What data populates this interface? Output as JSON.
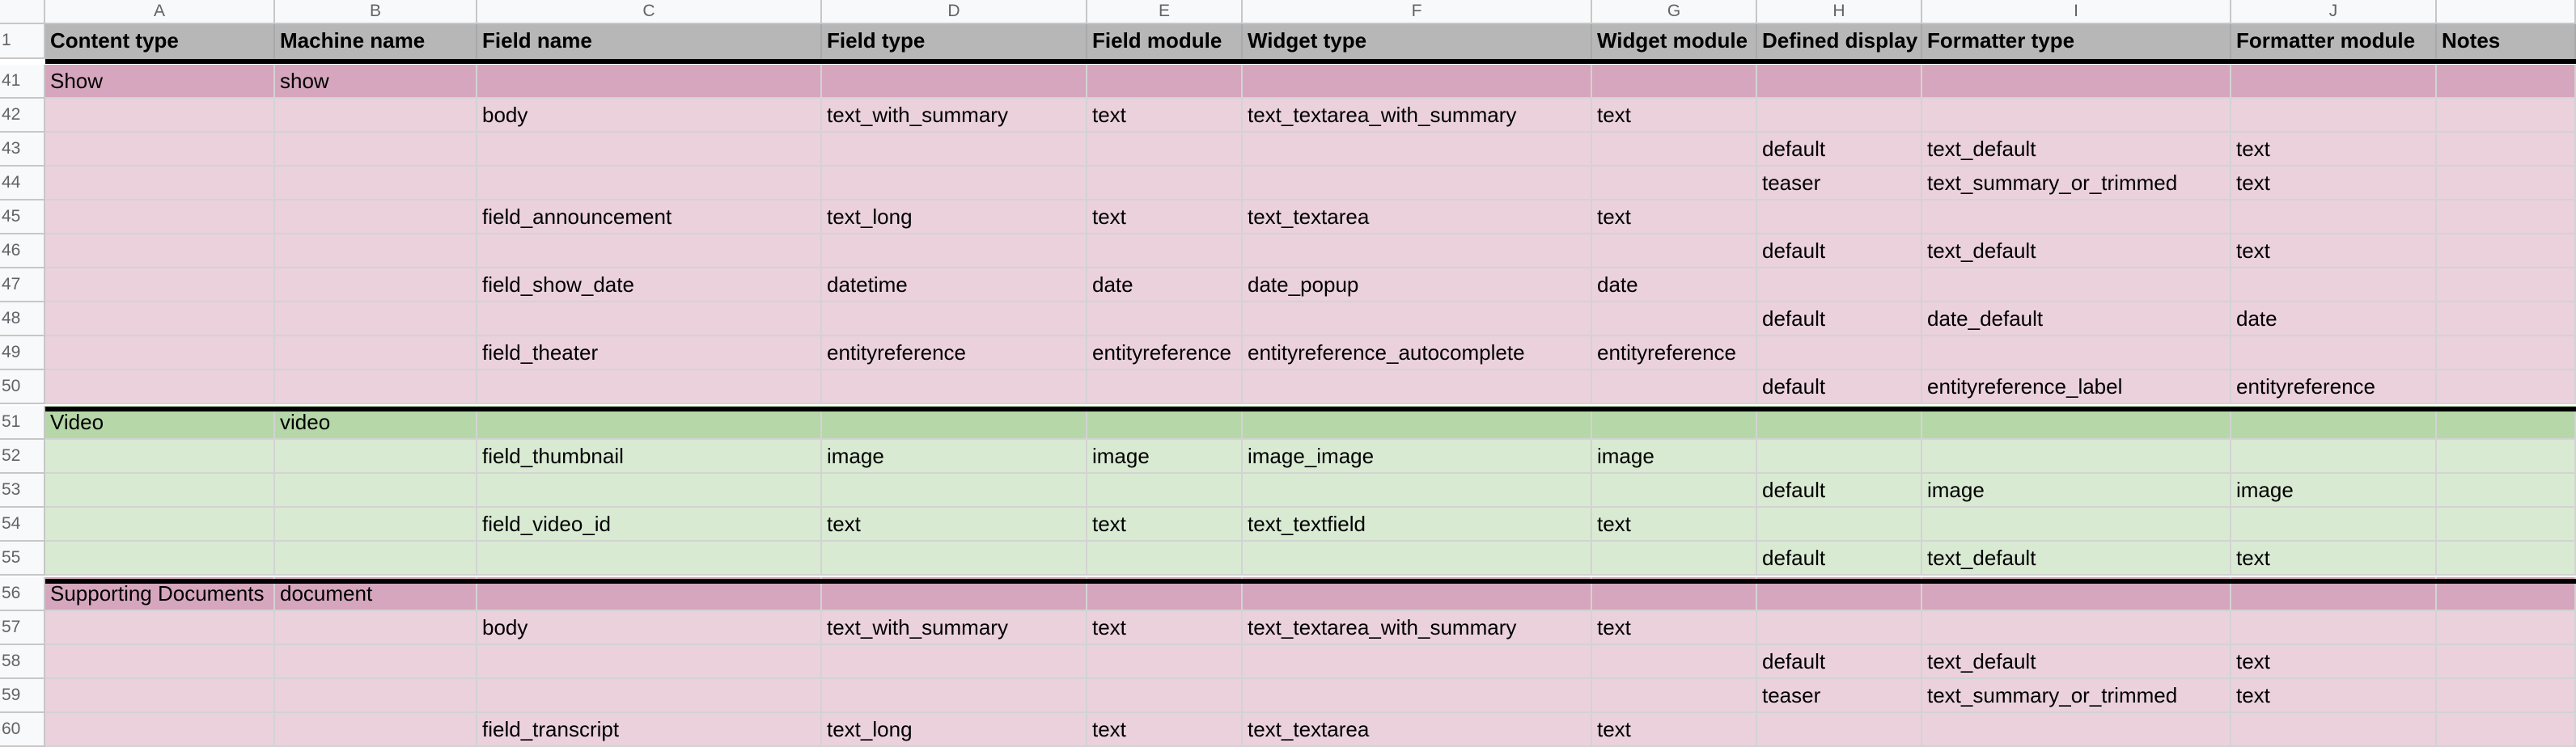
{
  "colors": {
    "header_bg": "#b7b7b7",
    "pink_row": "#ead1dc",
    "pink_group": "#d5a6bd",
    "green_row": "#d9ead3",
    "green_group": "#b6d7a8"
  },
  "columns": [
    "A",
    "B",
    "C",
    "D",
    "E",
    "F",
    "G",
    "H",
    "I",
    "J",
    ""
  ],
  "header": {
    "row_number": "1",
    "cells": [
      "Content type",
      "Machine name",
      "Field name",
      "Field type",
      "Field module",
      "Widget type",
      "Widget module",
      "Defined display",
      "Formatter type",
      "Formatter module",
      "Notes"
    ]
  },
  "rows": [
    {
      "num": "41",
      "style": "pinkdark",
      "cells": [
        "Show",
        "show",
        "",
        "",
        "",
        "",
        "",
        "",
        "",
        "",
        ""
      ]
    },
    {
      "num": "42",
      "style": "pink",
      "cells": [
        "",
        "",
        "body",
        "text_with_summary",
        "text",
        "text_textarea_with_summary",
        "text",
        "",
        "",
        "",
        ""
      ]
    },
    {
      "num": "43",
      "style": "pink",
      "cells": [
        "",
        "",
        "",
        "",
        "",
        "",
        "",
        "default",
        "text_default",
        "text",
        ""
      ]
    },
    {
      "num": "44",
      "style": "pink",
      "cells": [
        "",
        "",
        "",
        "",
        "",
        "",
        "",
        "teaser",
        "text_summary_or_trimmed",
        "text",
        ""
      ]
    },
    {
      "num": "45",
      "style": "pink",
      "cells": [
        "",
        "",
        "field_announcement",
        "text_long",
        "text",
        "text_textarea",
        "text",
        "",
        "",
        "",
        ""
      ]
    },
    {
      "num": "46",
      "style": "pink",
      "cells": [
        "",
        "",
        "",
        "",
        "",
        "",
        "",
        "default",
        "text_default",
        "text",
        ""
      ]
    },
    {
      "num": "47",
      "style": "pink",
      "cells": [
        "",
        "",
        "field_show_date",
        "datetime",
        "date",
        "date_popup",
        "date",
        "",
        "",
        "",
        ""
      ]
    },
    {
      "num": "48",
      "style": "pink",
      "cells": [
        "",
        "",
        "",
        "",
        "",
        "",
        "",
        "default",
        "date_default",
        "date",
        ""
      ]
    },
    {
      "num": "49",
      "style": "pink",
      "cells": [
        "",
        "",
        "field_theater",
        "entityreference",
        "entityreference",
        "entityreference_autocomplete",
        "entityreference",
        "",
        "",
        "",
        ""
      ]
    },
    {
      "num": "50",
      "style": "pink",
      "cells": [
        "",
        "",
        "",
        "",
        "",
        "",
        "",
        "default",
        "entityreference_label",
        "entityreference",
        ""
      ]
    },
    {
      "num": "51",
      "style": "greendark",
      "cells": [
        "Video",
        "video",
        "",
        "",
        "",
        "",
        "",
        "",
        "",
        "",
        ""
      ]
    },
    {
      "num": "52",
      "style": "green",
      "cells": [
        "",
        "",
        "field_thumbnail",
        "image",
        "image",
        "image_image",
        "image",
        "",
        "",
        "",
        ""
      ]
    },
    {
      "num": "53",
      "style": "green",
      "cells": [
        "",
        "",
        "",
        "",
        "",
        "",
        "",
        "default",
        "image",
        "image",
        ""
      ]
    },
    {
      "num": "54",
      "style": "green",
      "cells": [
        "",
        "",
        "field_video_id",
        "text",
        "text",
        "text_textfield",
        "text",
        "",
        "",
        "",
        ""
      ]
    },
    {
      "num": "55",
      "style": "green",
      "cells": [
        "",
        "",
        "",
        "",
        "",
        "",
        "",
        "default",
        "text_default",
        "text",
        ""
      ]
    },
    {
      "num": "56",
      "style": "pinkdark",
      "cells": [
        "Supporting Documents",
        "document",
        "",
        "",
        "",
        "",
        "",
        "",
        "",
        "",
        ""
      ]
    },
    {
      "num": "57",
      "style": "pink",
      "cells": [
        "",
        "",
        "body",
        "text_with_summary",
        "text",
        "text_textarea_with_summary",
        "text",
        "",
        "",
        "",
        ""
      ]
    },
    {
      "num": "58",
      "style": "pink",
      "cells": [
        "",
        "",
        "",
        "",
        "",
        "",
        "",
        "default",
        "text_default",
        "text",
        ""
      ]
    },
    {
      "num": "59",
      "style": "pink",
      "cells": [
        "",
        "",
        "",
        "",
        "",
        "",
        "",
        "teaser",
        "text_summary_or_trimmed",
        "text",
        ""
      ]
    },
    {
      "num": "60",
      "style": "pink",
      "cells": [
        "",
        "",
        "field_transcript",
        "text_long",
        "text",
        "text_textarea",
        "text",
        "",
        "",
        "",
        ""
      ]
    }
  ]
}
